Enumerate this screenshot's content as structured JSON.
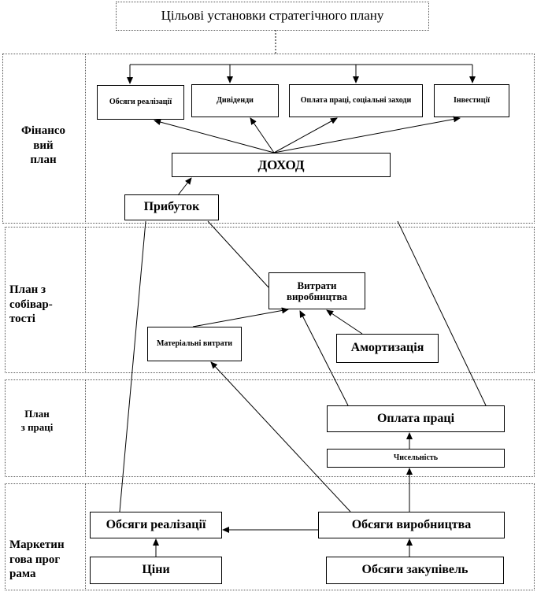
{
  "title": "Цільові установки стратегічного плану",
  "sections": {
    "financial": "Фінансо\nвий\nплан",
    "cost": "План з\nсобівар-\nтості",
    "labor": "План\nз праці",
    "marketing": "Маркетин\nгова прог\nрама"
  },
  "boxes": {
    "sales_volume_top": "Обсяги реалізації",
    "dividends": "Дивіденди",
    "labor_pay_social": "Оплата праці, соціальні заходи",
    "investments": "Інвестиції",
    "income": "ДОХОД",
    "profit": "Прибуток",
    "production_costs": "Витрати виробництва",
    "material_costs": "Матеріальні витрати",
    "depreciation": "Амортизація",
    "labor_pay": "Оплата праці",
    "headcount": "Чисельність",
    "sales_volume": "Обсяги реалізації",
    "production_volume": "Обсяги виробництва",
    "prices": "Ціни",
    "purchase_volume": "Обсяги закупівель"
  }
}
